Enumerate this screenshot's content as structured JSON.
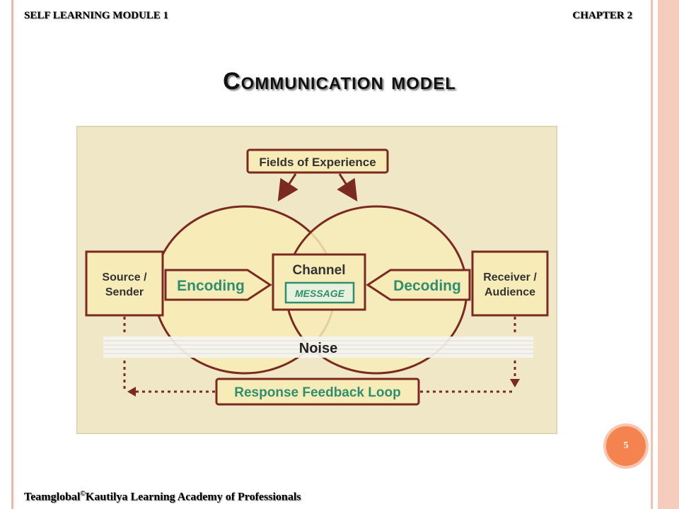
{
  "header": {
    "module_label": "SELF LEARNING MODULE 1",
    "chapter_label": "CHAPTER 2"
  },
  "slide": {
    "title": "Communication model",
    "page_number": "5"
  },
  "footer": {
    "text_before_sup": "Teamglobal",
    "sup": "©",
    "text_after_sup": "Kautilya Learning Academy of Professionals"
  },
  "diagram": {
    "fields_of_experience": "Fields of Experience",
    "source_line1": "Source /",
    "source_line2": "Sender",
    "encoding": "Encoding",
    "channel": "Channel",
    "message": "MESSAGE",
    "decoding": "Decoding",
    "receiver_line1": "Receiver /",
    "receiver_line2": "Audience",
    "noise": "Noise",
    "feedback": "Response Feedback Loop"
  },
  "colors": {
    "accent_green": "#2e8f6e",
    "outline_brown": "#7a2a1e",
    "background_beige": "#efe7c6",
    "circle_fill": "#f7ebb8",
    "page_badge": "#f5834f"
  }
}
